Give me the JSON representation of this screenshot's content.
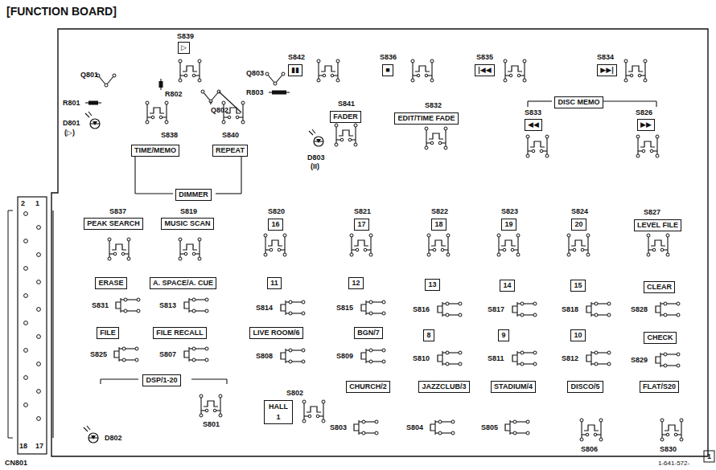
{
  "diagram": {
    "title": "[FUNCTION BOARD]",
    "nodes": [
      {
        "text": [
          "▷"
        ]
      },
      {
        "text": [
          "▮▮"
        ]
      },
      {
        "text": [
          "■"
        ]
      },
      {
        "text": [
          "|◀◀"
        ]
      },
      {
        "text": [
          "▶▶|"
        ]
      },
      {
        "text": [
          "FADER"
        ]
      },
      {
        "text": [
          "EDIT/TIME FADE"
        ]
      },
      {
        "text": [
          "DISC MEMO"
        ]
      },
      {
        "text": [
          "◀◀"
        ]
      },
      {
        "text": [
          "▶▶"
        ]
      },
      {
        "text": [
          "TIME/MEMO"
        ]
      },
      {
        "text": [
          "REPEAT"
        ]
      },
      {
        "text": [
          "DIMMER"
        ]
      },
      {
        "text": [
          "PEAK SEARCH"
        ]
      },
      {
        "text": [
          "MUSIC SCAN"
        ]
      },
      {
        "text": [
          "16"
        ]
      },
      {
        "text": [
          "17"
        ]
      },
      {
        "text": [
          "18"
        ]
      },
      {
        "text": [
          "19"
        ]
      },
      {
        "text": [
          "20"
        ]
      },
      {
        "text": [
          "LEVEL FILE"
        ]
      },
      {
        "text": [
          "ERASE"
        ]
      },
      {
        "text": [
          "A. SPACE/A. CUE"
        ]
      },
      {
        "text": [
          "11"
        ]
      },
      {
        "text": [
          "12"
        ]
      },
      {
        "text": [
          "13"
        ]
      },
      {
        "text": [
          "14"
        ]
      },
      {
        "text": [
          "15"
        ]
      },
      {
        "text": [
          "CLEAR"
        ]
      },
      {
        "text": [
          "FILE"
        ]
      },
      {
        "text": [
          "FILE RECALL"
        ]
      },
      {
        "text": [
          "LIVE ROOM/6"
        ]
      },
      {
        "text": [
          "BGN/7"
        ]
      },
      {
        "text": [
          "8"
        ]
      },
      {
        "text": [
          "9"
        ]
      },
      {
        "text": [
          "10"
        ]
      },
      {
        "text": [
          "CHECK"
        ]
      },
      {
        "text": [
          "DSP/1-20"
        ]
      },
      {
        "text": [
          "HALL 1"
        ]
      },
      {
        "text": [
          "CHURCH/2"
        ]
      },
      {
        "text": [
          "JAZZCLUB/3"
        ]
      },
      {
        "text": [
          "STADIUM/4"
        ]
      },
      {
        "text": [
          "DISCO/5"
        ]
      },
      {
        "text": [
          "FLAT/S20"
        ]
      }
    ],
    "labels": [
      "S839",
      "Q801",
      "Q803",
      "Q802",
      "R801",
      "R802",
      "R803",
      "D801",
      "(▷)",
      "S838",
      "S840",
      "S842",
      "S836",
      "S835",
      "S834",
      "S841",
      "S832",
      "S833",
      "S826",
      "D803",
      "(II)",
      "S837",
      "S819",
      "S820",
      "S821",
      "S822",
      "S823",
      "S824",
      "S827",
      "S831",
      "S813",
      "S814",
      "S815",
      "S816",
      "S817",
      "S818",
      "S828",
      "S825",
      "S807",
      "S808",
      "S809",
      "S810",
      "S811",
      "S812",
      "S829",
      "S802",
      "S803",
      "S804",
      "S805",
      "S801",
      "S806",
      "S830",
      "D802",
      "CN801",
      "2",
      "1",
      "18",
      "17",
      "1-641-572-",
      "1"
    ]
  }
}
